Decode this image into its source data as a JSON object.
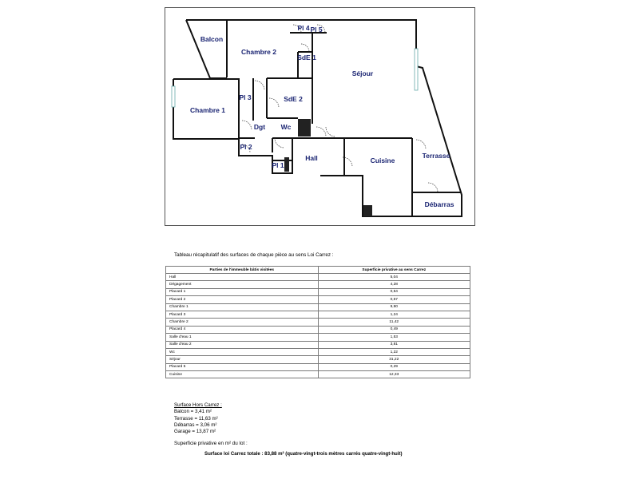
{
  "plan": {
    "labels": {
      "balcon": "Balcon",
      "chambre2": "Chambre 2",
      "pl4": "Pl 4",
      "pl5": "Pl 5",
      "sde1": "SdE 1",
      "sejour": "Séjour",
      "pl3": "Pl 3",
      "sde2": "SdE 2",
      "chambre1": "Chambre 1",
      "dgt": "Dgt",
      "wc": "Wc",
      "pl2": "Pl 2",
      "hall": "Hall",
      "pl1": "Pl 1",
      "cuisine": "Cuisine",
      "terrasse": "Terrasse",
      "debarras": "Débarras"
    }
  },
  "table": {
    "intro": "Tableau récapitulatif des surfaces de chaque pièce au sens Loi Carrez :",
    "header_part": "Parties de l'immeuble bâtis visitées",
    "header_surface": "Superficie privative au sens Carrez",
    "rows": [
      {
        "name": "Hall",
        "value": "5,04"
      },
      {
        "name": "Dégagement",
        "value": "4,28"
      },
      {
        "name": "Placard 1",
        "value": "0,54"
      },
      {
        "name": "Placard 2",
        "value": "0,57"
      },
      {
        "name": "Chambre 1",
        "value": "9,90"
      },
      {
        "name": "Placard 3",
        "value": "1,24"
      },
      {
        "name": "Chambre 2",
        "value": "11,42"
      },
      {
        "name": "Placard 4",
        "value": "0,49"
      },
      {
        "name": "Salle d'eau 1",
        "value": "1,53"
      },
      {
        "name": "Salle d'eau 2",
        "value": "3,81"
      },
      {
        "name": "Wc",
        "value": "1,22"
      },
      {
        "name": "Séjour",
        "value": "31,22"
      },
      {
        "name": "Placard 5",
        "value": "0,29"
      },
      {
        "name": "Cuisine",
        "value": "12,33"
      }
    ]
  },
  "hors_carrez": {
    "title": "Surface Hors Carrez :",
    "items": [
      "Balcon = 3,41 m²",
      "Terrasse = 11,63 m²",
      "Débarras = 3,06 m²",
      "Garage = 13,87 m²"
    ]
  },
  "total": {
    "intro": "Superficie privative en m² du lot :",
    "line": "Surface loi Carrez totale : 83,88 m² (quatre-vingt-trois mètres carrés quatre-vingt-huit)"
  }
}
